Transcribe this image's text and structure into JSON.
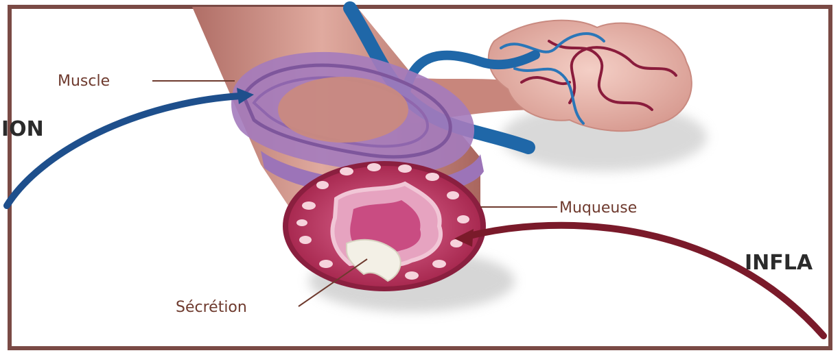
{
  "labels": {
    "muscle": "Muscle",
    "muqueuse": "Muqueuse",
    "secretion": "Sécrétion",
    "left_word_fragment": "ION",
    "right_word_fragment": "INFLA"
  },
  "colors": {
    "frame_border": "#7a4a45",
    "bronchus_pink": "#c98a80",
    "muscle_purple": "#9b72b4",
    "mucosa_crimson": "#b3304f",
    "vein_blue": "#1f67a8",
    "artery_red": "#8a1c3c",
    "left_curve_blue": "#1e4f8c",
    "right_curve_maroon": "#7a1a2a"
  },
  "icons": {
    "bronchus": "bronchus-illustration",
    "alveoli": "alveoli-cluster-illustration",
    "cross_section": "bronchus-cross-section-illustration"
  }
}
